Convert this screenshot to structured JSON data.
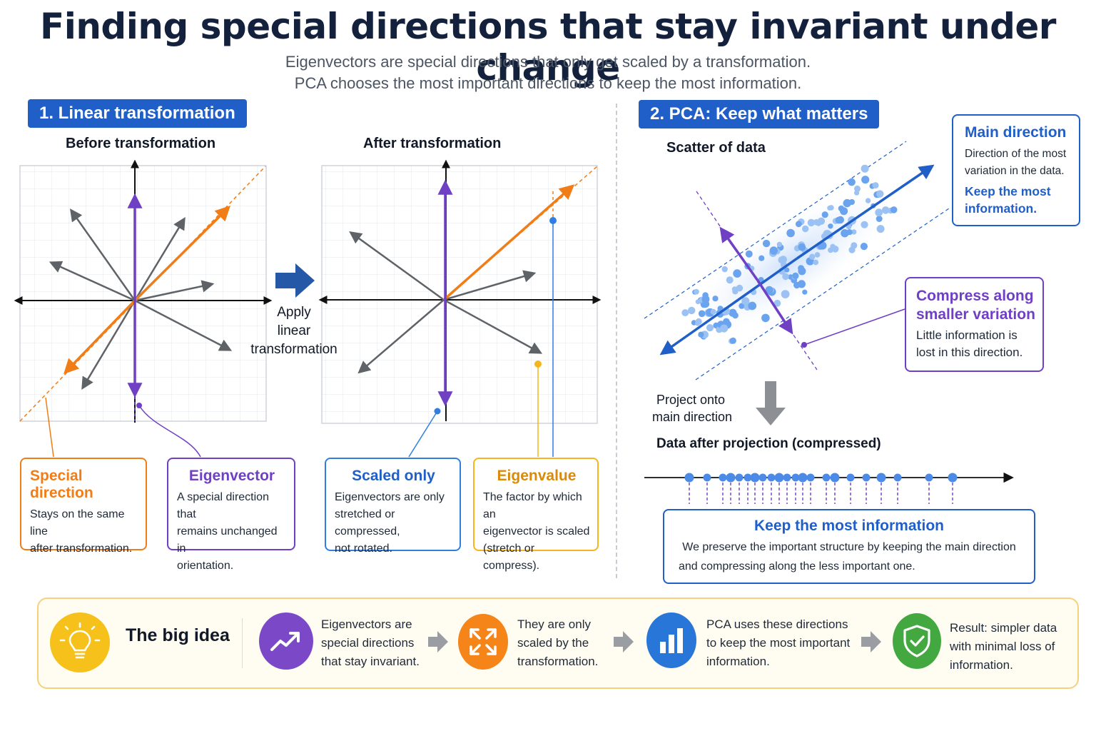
{
  "title": "Finding special directions that stay invariant under change",
  "subtitle": [
    "Eigenvectors are special directions that only get scaled by a transformation.",
    "PCA chooses the most important directions to keep the most information."
  ],
  "section1": {
    "pill": "1. Linear transformation",
    "before_label": "Before transformation",
    "after_label": "After transformation",
    "apply_label": [
      "Apply",
      "linear",
      "transformation"
    ]
  },
  "section2": {
    "pill": "2. PCA: Keep what matters",
    "scatter_label": "Scatter of data",
    "project_label": [
      "Project onto",
      "main direction"
    ],
    "after_projection_label": "Data after projection (compressed)"
  },
  "callouts": {
    "special_direction": {
      "heading": "Special direction",
      "body": [
        "Stays on the same line",
        "after transformation."
      ]
    },
    "eigenvector": {
      "heading": "Eigenvector",
      "body": [
        "A special direction that",
        "remains unchanged in",
        "orientation."
      ]
    },
    "scaled_only": {
      "heading": "Scaled only",
      "body": [
        "Eigenvectors are only",
        "stretched or compressed,",
        "not rotated."
      ]
    },
    "eigenvalue": {
      "heading": "Eigenvalue",
      "body": [
        "The factor by which an",
        "eigenvector is scaled",
        "(stretch or compress)."
      ]
    },
    "main_direction": {
      "heading": "Main direction",
      "body": [
        "Direction of the most",
        "variation in the data."
      ],
      "emph": [
        "Keep the most",
        "information."
      ]
    },
    "compress": {
      "heading": [
        "Compress along",
        "smaller variation"
      ],
      "body": [
        "Little information is",
        "lost in this direction."
      ]
    },
    "keep_info": {
      "heading": "Keep the most information",
      "body": [
        "We preserve the important structure by keeping the main direction",
        "and compressing along the less important one."
      ]
    }
  },
  "big_idea": {
    "label": "The big idea",
    "steps": [
      {
        "icon": "trend-arrow-icon",
        "text": [
          "Eigenvectors are",
          "special directions",
          "that stay invariant."
        ]
      },
      {
        "icon": "expand-arrows-icon",
        "text": [
          "They are only",
          "scaled by the",
          "transformation."
        ]
      },
      {
        "icon": "bar-chart-icon",
        "text": [
          "PCA  uses these directions",
          "to keep the most important",
          "information."
        ]
      },
      {
        "icon": "shield-check-icon",
        "text": [
          "Result: simpler data",
          "with minimal loss of",
          "information."
        ]
      }
    ]
  },
  "colors": {
    "blue": "#1f5fc7",
    "orange": "#f07d17",
    "purple": "#6f3fc4",
    "gold": "#f5b51b",
    "green": "#43a83f",
    "gray_vector": "#5f6368",
    "navy": "#14213d"
  }
}
